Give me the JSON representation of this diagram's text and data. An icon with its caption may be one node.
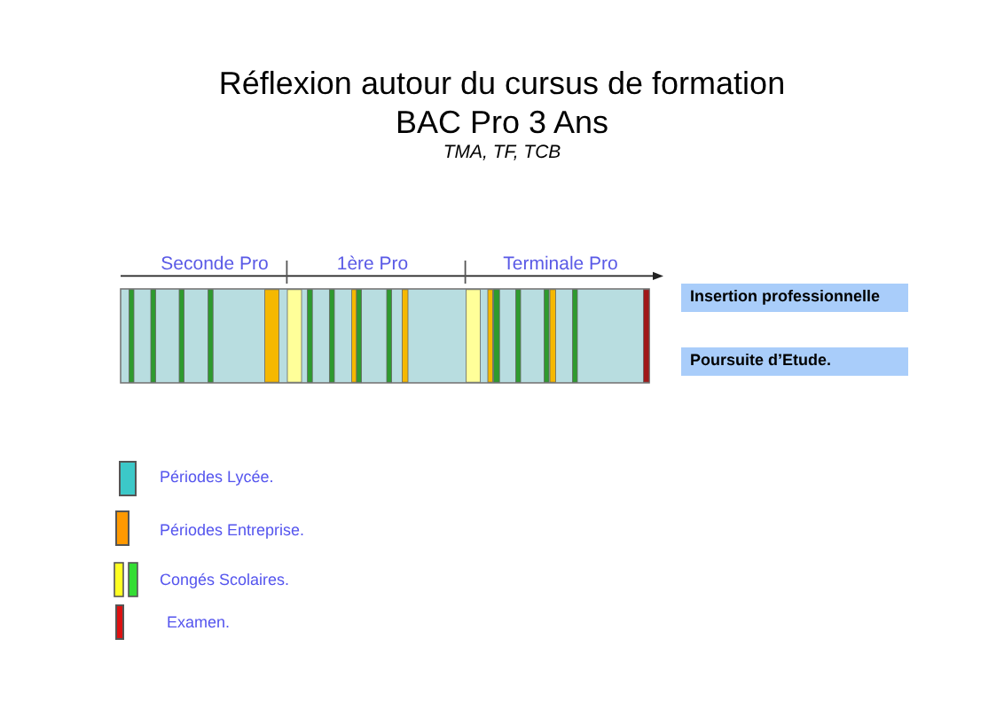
{
  "diagram": {
    "title": "Réflexion autour du cursus de formation BAC Pro 3 Ans",
    "nodes": [
      {
        "text": [
          "Insertion professionnelle"
        ]
      },
      {
        "text": [
          "Poursuite d’Etude."
        ]
      }
    ],
    "labels": [
      "TMA, TF, TCB",
      "Seconde Pro",
      "1ère Pro",
      "Terminale Pro"
    ],
    "legend": [
      {
        "text": "Périodes Lycée.",
        "color": "#3cc8c8"
      },
      {
        "text": "Périodes Entreprise.",
        "color": "#ff9900"
      },
      {
        "text": "Congés Scolaires."
      },
      {
        "text": "Examen.",
        "color": "#dd1111"
      }
    ]
  }
}
